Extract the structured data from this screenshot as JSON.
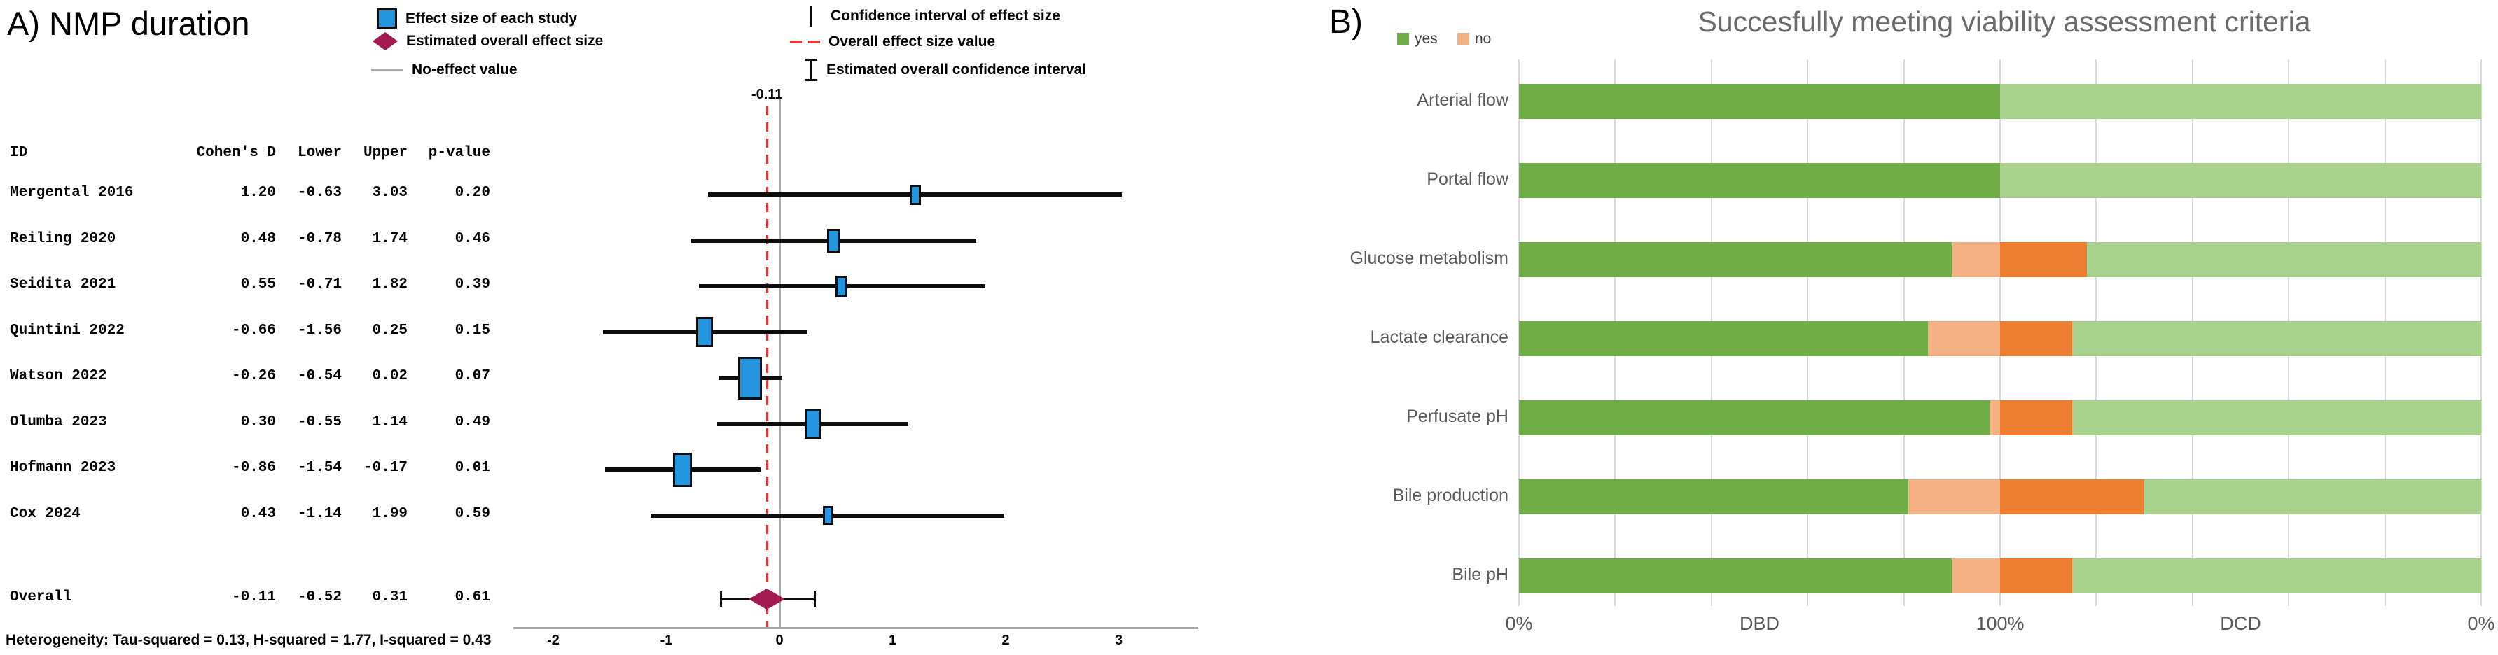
{
  "panel_a": {
    "label": "A) NMP duration",
    "legend": [
      {
        "icon": "blue-square",
        "label": "Effect size of each study"
      },
      {
        "icon": "crimson-diamond",
        "label": "Estimated overall effect size"
      },
      {
        "icon": "gray-line",
        "label": "No-effect value"
      },
      {
        "icon": "black-vertical-line",
        "label": "Confidence interval of effect size"
      },
      {
        "icon": "red-dashed-line",
        "label": "Overall effect size value"
      },
      {
        "icon": "error-bar",
        "label": "Estimated overall confidence interval"
      }
    ],
    "overall_marker_label": "-0.11",
    "heterogeneity": "Heterogeneity: Tau-squared = 0.13, H-squared = 1.77, I-squared = 0.43",
    "colors": {
      "effect_square": "#2496E0",
      "overall_diamond": "#A21A50",
      "dashed_line": "#e23b33",
      "no_effect_line": "#adadad"
    }
  },
  "panel_b": {
    "label": "B)",
    "title": "Succesfully meeting viability assessment criteria",
    "legend": [
      {
        "label": "yes",
        "color": "#70AD47"
      },
      {
        "label": "no",
        "color": "#F4B183"
      }
    ],
    "axis_labels": [
      "0%",
      "DBD",
      "100%",
      "DCD",
      "0%"
    ]
  },
  "chart_data": [
    {
      "type": "forest",
      "title": "A) NMP duration",
      "columns": [
        "ID",
        "Cohen's D",
        "Lower",
        "Upper",
        "p-value"
      ],
      "studies": [
        {
          "id": "Mergental 2016",
          "cohens_d": 1.2,
          "lower": -0.63,
          "upper": 3.03,
          "p_value": 0.2
        },
        {
          "id": "Reiling 2020",
          "cohens_d": 0.48,
          "lower": -0.78,
          "upper": 1.74,
          "p_value": 0.46
        },
        {
          "id": "Seidita 2021",
          "cohens_d": 0.55,
          "lower": -0.71,
          "upper": 1.82,
          "p_value": 0.39
        },
        {
          "id": "Quintini 2022",
          "cohens_d": -0.66,
          "lower": -1.56,
          "upper": 0.25,
          "p_value": 0.15
        },
        {
          "id": "Watson 2022",
          "cohens_d": -0.26,
          "lower": -0.54,
          "upper": 0.02,
          "p_value": 0.07
        },
        {
          "id": "Olumba 2023",
          "cohens_d": 0.3,
          "lower": -0.55,
          "upper": 1.14,
          "p_value": 0.49
        },
        {
          "id": "Hofmann 2023",
          "cohens_d": -0.86,
          "lower": -1.54,
          "upper": -0.17,
          "p_value": 0.01
        },
        {
          "id": "Cox 2024",
          "cohens_d": 0.43,
          "lower": -1.14,
          "upper": 1.99,
          "p_value": 0.59
        }
      ],
      "overall": {
        "id": "Overall",
        "cohens_d": -0.11,
        "lower": -0.52,
        "upper": 0.31,
        "p_value": 0.61
      },
      "x_ticks": [
        -2,
        -1,
        0,
        1,
        2,
        3
      ],
      "xlim": [
        -2.35,
        3.7
      ],
      "no_effect_value": 0,
      "overall_effect_line": -0.11,
      "heterogeneity": {
        "tau_squared": 0.13,
        "h_squared": 1.77,
        "i_squared": 0.43
      }
    },
    {
      "type": "bar",
      "orientation": "horizontal-mirrored",
      "title": "Succesfully meeting viability assessment criteria",
      "categories": [
        "Arterial flow",
        "Portal flow",
        "Glucose metabolism",
        "Lactate clearance",
        "Perfusate pH",
        "Bile production",
        "Bile pH"
      ],
      "series": [
        {
          "name": "DBD yes",
          "color": "#70AD47",
          "values": [
            100,
            100,
            90,
            85,
            98,
            81,
            90
          ]
        },
        {
          "name": "DBD no",
          "color": "#F4B183",
          "values": [
            0,
            0,
            10,
            15,
            2,
            19,
            10
          ]
        },
        {
          "name": "DCD no",
          "color": "#ED7D31",
          "values": [
            0,
            0,
            18,
            15,
            15,
            30,
            15
          ]
        },
        {
          "name": "DCD yes",
          "color": "#A9D18E",
          "values": [
            100,
            100,
            82,
            85,
            85,
            70,
            85
          ]
        }
      ],
      "axis": {
        "labels": [
          "0%",
          "DBD",
          "100%",
          "DCD",
          "0%"
        ],
        "range_pct": [
          0,
          200
        ],
        "gridline_step_pct": 20
      },
      "legend": [
        "yes",
        "no"
      ],
      "grid": true
    }
  ]
}
